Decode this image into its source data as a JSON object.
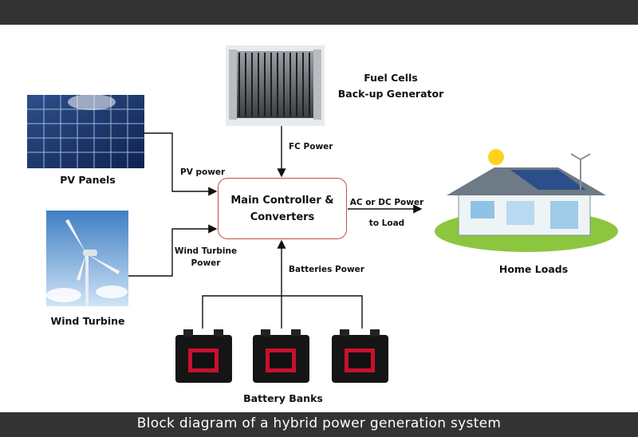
{
  "caption": "Block diagram of a hybrid power generation system",
  "components": {
    "fuel_cells": {
      "line1": "Fuel Cells",
      "line2": "Back-up Generator"
    },
    "pv_panels": "PV Panels",
    "wind_turbine": "Wind Turbine",
    "home_loads": "Home Loads",
    "battery_banks": "Battery Banks"
  },
  "controller": {
    "line1": "Main Controller &",
    "line2": "Converters"
  },
  "connections": {
    "fc_power": "FC Power",
    "pv_power": "PV power",
    "wind_power_line1": "Wind Turbine",
    "wind_power_line2": "Power",
    "batteries_power": "Batteries Power",
    "output_line1": "AC or DC Power",
    "output_line2": "to Load"
  },
  "colors": {
    "frame": "#333333",
    "controller_border": "#c0504d"
  }
}
